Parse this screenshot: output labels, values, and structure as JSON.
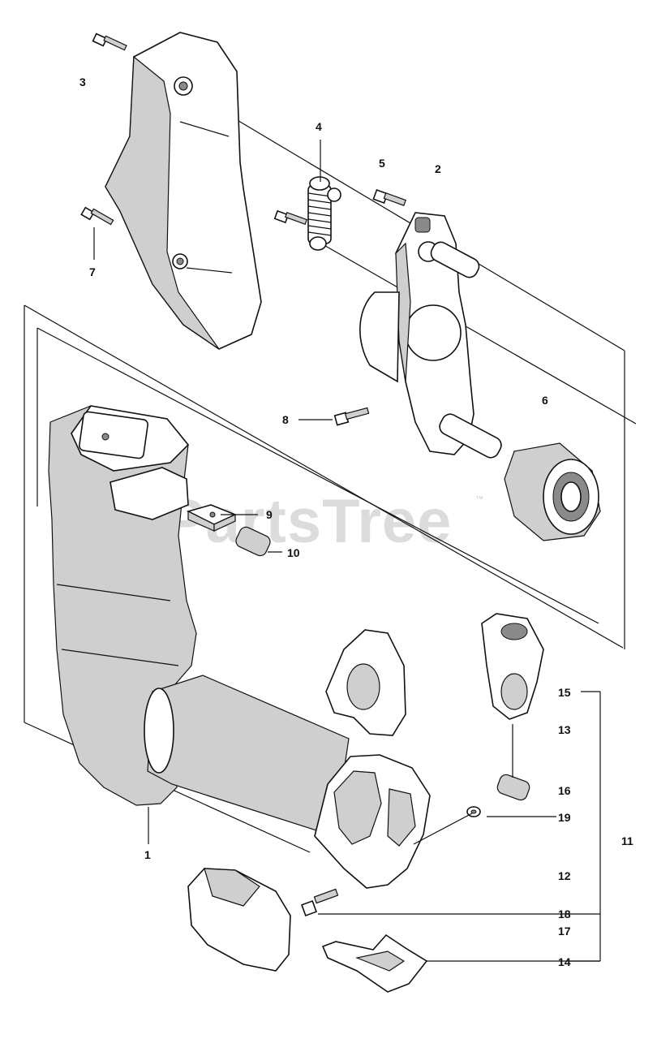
{
  "watermark": {
    "text": "PartsTree",
    "trademark": "™"
  },
  "labels": {
    "l1": "1",
    "l2": "2",
    "l3": "3",
    "l4": "4",
    "l5": "5",
    "l6": "6",
    "l7": "7",
    "l8": "8",
    "l9": "9",
    "l10": "10",
    "l11": "11",
    "l12": "12",
    "l13": "13",
    "l14": "14",
    "l15": "15",
    "l16": "16",
    "l17": "17",
    "l18": "18",
    "l19": "19"
  }
}
